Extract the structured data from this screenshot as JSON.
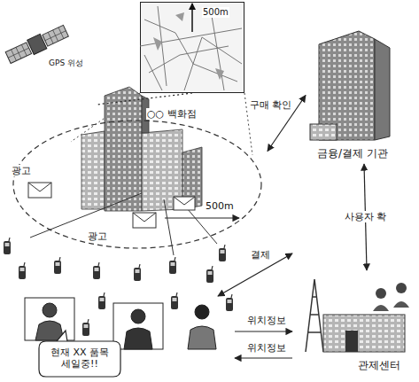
{
  "diagram": {
    "nodes": [
      {
        "text": [
          "GPS 위성"
        ]
      },
      {
        "text": [
          "500m"
        ]
      },
      {
        "text": [
          "○○ 백화점",
          "500m"
        ]
      },
      {
        "text": [
          "광고"
        ],
        "in": 2
      },
      {
        "text": [
          "광고"
        ],
        "in": 2
      },
      {
        "text": [
          "금융/결제 기관"
        ]
      },
      {
        "text": [
          "관제센터"
        ]
      },
      {
        "text": [
          "현재 XX 품목 세일중!!"
        ]
      }
    ],
    "edges": [
      {
        "from": 1,
        "to": 2,
        "arrow": "none"
      },
      {
        "from": 2,
        "to": 5,
        "label": "구매 확인",
        "arrow": "both"
      },
      {
        "from": 5,
        "to": 6,
        "label": "사용자 확",
        "arrow": "both"
      }
    ],
    "labels": [
      "결제",
      "위치정보",
      "위치정보"
    ]
  }
}
